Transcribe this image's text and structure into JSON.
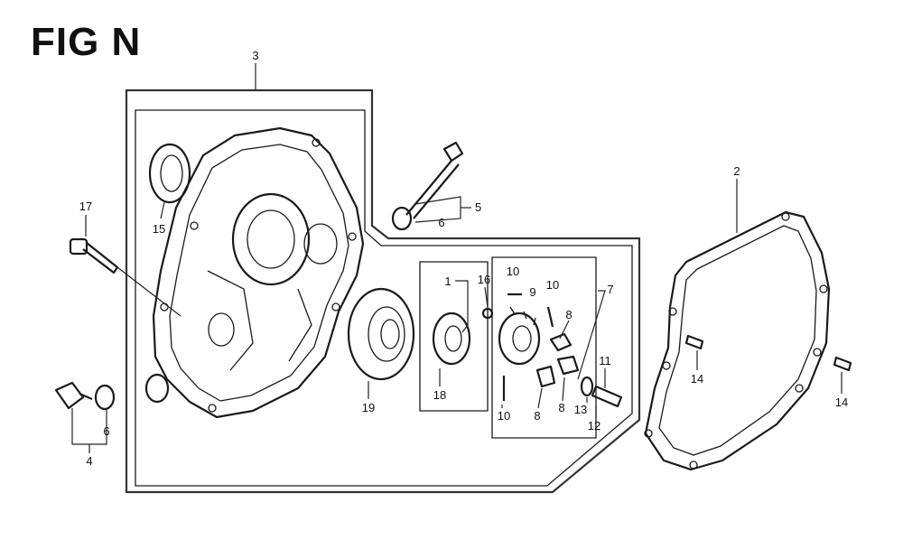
{
  "title": "FIG N",
  "callouts": [
    {
      "id": "c3",
      "text": "3"
    },
    {
      "id": "c15",
      "text": "15"
    },
    {
      "id": "c17",
      "text": "17"
    },
    {
      "id": "c5",
      "text": "5"
    },
    {
      "id": "c6a",
      "text": "6"
    },
    {
      "id": "c2",
      "text": "2"
    },
    {
      "id": "c1",
      "text": "1"
    },
    {
      "id": "c16",
      "text": "16"
    },
    {
      "id": "c10a",
      "text": "10"
    },
    {
      "id": "c9",
      "text": "9"
    },
    {
      "id": "c10b",
      "text": "10"
    },
    {
      "id": "c7",
      "text": "7"
    },
    {
      "id": "c8a",
      "text": "8"
    },
    {
      "id": "c11",
      "text": "11"
    },
    {
      "id": "c14a",
      "text": "14"
    },
    {
      "id": "c14b",
      "text": "14"
    },
    {
      "id": "c18",
      "text": "18"
    },
    {
      "id": "c19",
      "text": "19"
    },
    {
      "id": "c10c",
      "text": "10"
    },
    {
      "id": "c8b",
      "text": "8"
    },
    {
      "id": "c8c",
      "text": "8"
    },
    {
      "id": "c13",
      "text": "13"
    },
    {
      "id": "c12",
      "text": "12"
    },
    {
      "id": "c6b",
      "text": "6"
    },
    {
      "id": "c4",
      "text": "4"
    }
  ]
}
